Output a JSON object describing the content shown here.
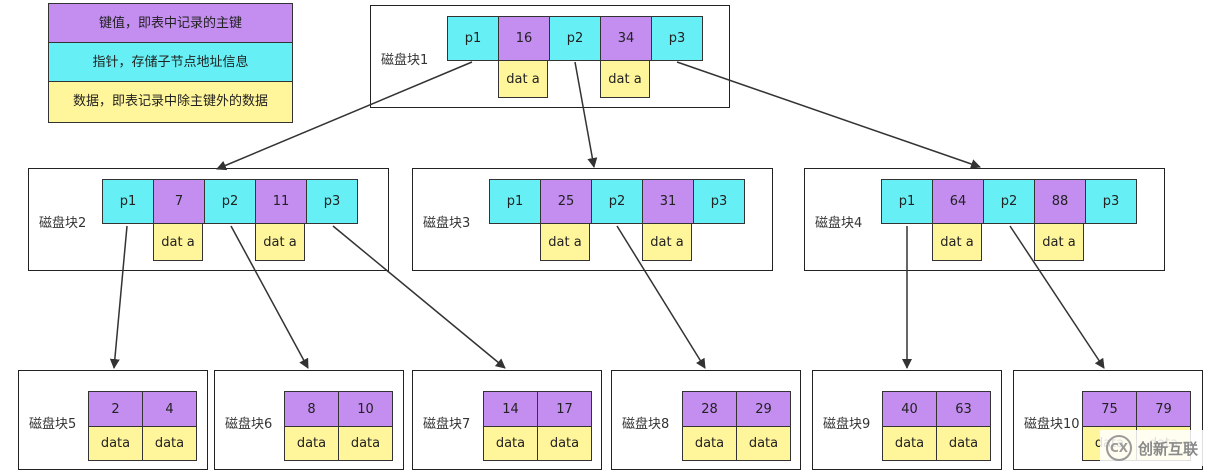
{
  "legend": [
    {
      "text": "键值，即表中记录的主键",
      "color": "#c48df0"
    },
    {
      "text": "指针，存储子节点地址信息",
      "color": "#66f0f5"
    },
    {
      "text": "数据，即表记录中除主键外的数据",
      "color": "#fff59a"
    }
  ],
  "disks": {
    "d1": {
      "label": "磁盘块1",
      "cells": [
        "p1",
        "16",
        "p2",
        "34",
        "p3"
      ],
      "data": [
        "dat a",
        "dat a"
      ]
    },
    "d2": {
      "label": "磁盘块2",
      "cells": [
        "p1",
        "7",
        "p2",
        "11",
        "p3"
      ],
      "data": [
        "dat a",
        "dat a"
      ]
    },
    "d3": {
      "label": "磁盘块3",
      "cells": [
        "p1",
        "25",
        "p2",
        "31",
        "p3"
      ],
      "data": [
        "dat a",
        "dat a"
      ]
    },
    "d4": {
      "label": "磁盘块4",
      "cells": [
        "p1",
        "64",
        "p2",
        "88",
        "p3"
      ],
      "data": [
        "dat a",
        "dat a"
      ]
    },
    "d5": {
      "label": "磁盘块5",
      "keys": [
        "2",
        "4"
      ],
      "data": [
        "data",
        "data"
      ]
    },
    "d6": {
      "label": "磁盘块6",
      "keys": [
        "8",
        "10"
      ],
      "data": [
        "data",
        "data"
      ]
    },
    "d7": {
      "label": "磁盘块7",
      "keys": [
        "14",
        "17"
      ],
      "data": [
        "data",
        "data"
      ]
    },
    "d8": {
      "label": "磁盘块8",
      "keys": [
        "28",
        "29"
      ],
      "data": [
        "data",
        "data"
      ]
    },
    "d9": {
      "label": "磁盘块9",
      "keys": [
        "40",
        "63"
      ],
      "data": [
        "data",
        "data"
      ]
    },
    "d10": {
      "label": "磁盘块10",
      "keys": [
        "75",
        "79"
      ],
      "data": [
        "data",
        "data"
      ]
    }
  },
  "watermark": {
    "text": "创新互联",
    "logo": "CX"
  },
  "colors": {
    "pointer": "#66f0f5",
    "key": "#c48df0",
    "data": "#fff59a",
    "line": "#333333"
  }
}
